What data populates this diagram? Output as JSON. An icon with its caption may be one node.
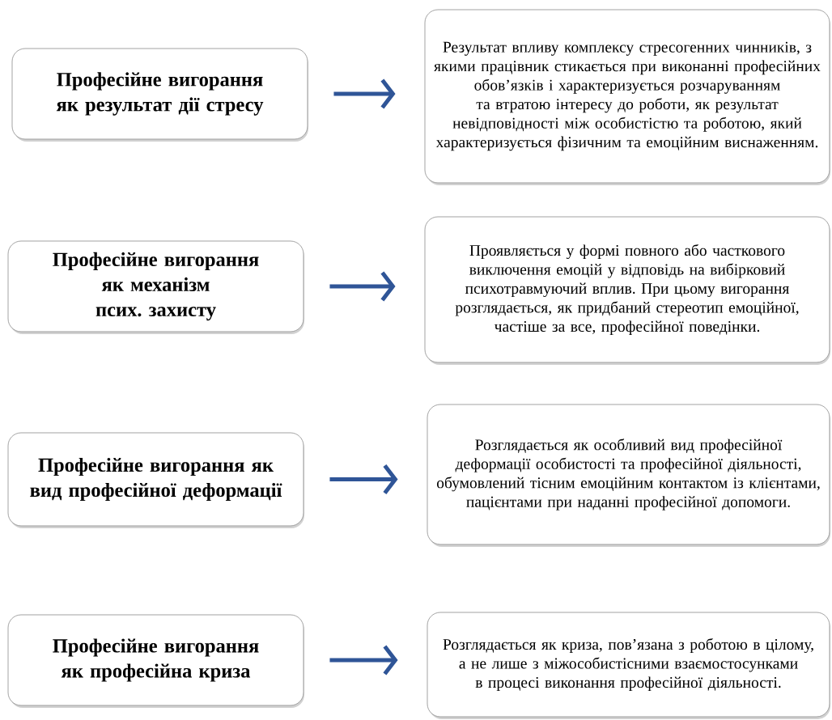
{
  "diagram": {
    "nodes": [
      {
        "text": [
          "Професійне вигорання як результат дії стресу"
        ]
      },
      {
        "text": [
          "Результат впливу комплексу стресогенних чинників, з якими працівник стикається при виконанні професійних обов’язків і характеризується розчаруванням та втратою інтересу до роботи, як результат невідповідності між особистістю та роботою, який характеризується фізичним та емоційним виснаженням."
        ]
      },
      {
        "text": [
          "Професійне вигорання як механізм псих. захисту"
        ]
      },
      {
        "text": [
          "Проявляється у формі повного або часткового виключення емоцій у відповідь на вибірковий психотравмуючий вплив. При цьому вигорання розглядається, як придбаний стереотип емоційної, частіше за все, професійної поведінки."
        ]
      },
      {
        "text": [
          "Професійне вигорання як вид професійної деформації"
        ]
      },
      {
        "text": [
          "Розглядається як особливий вид професійної деформації особистості та професійної діяльності, обумовлений тісним емоційним контактом із клієнтами, пацієнтами при наданні професійної допомоги."
        ]
      },
      {
        "text": [
          "Професійне вигорання як професійна криза"
        ]
      },
      {
        "text": [
          "Розглядається як криза, пов’язана з роботою в цілому, а не лише з міжособистісними взаємостосунками в процесі виконання професійної діяльності."
        ]
      }
    ],
    "edges": [
      {
        "from": 0,
        "to": 1,
        "arrow": "to"
      },
      {
        "from": 2,
        "to": 3,
        "arrow": "to"
      },
      {
        "from": 4,
        "to": 5,
        "arrow": "to"
      },
      {
        "from": 6,
        "to": 7,
        "arrow": "to"
      }
    ]
  }
}
